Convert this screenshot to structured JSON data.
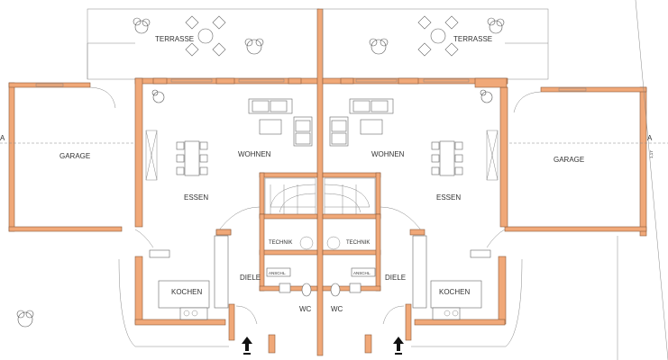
{
  "rooms": {
    "terrace": "TERRASSE",
    "garage": "GARAGE",
    "living": "WOHNEN",
    "dining": "ESSEN",
    "technik": "TECHNIK",
    "kitchen": "KOCHEN",
    "hall": "DIELE",
    "wc": "WC",
    "connection": "ANSCHL."
  },
  "section_marker": "A",
  "dimension_text": "1,17",
  "colors": {
    "wall_fill": "#f0a878",
    "wall_stroke": "#8a5a3a",
    "line": "#666666"
  }
}
